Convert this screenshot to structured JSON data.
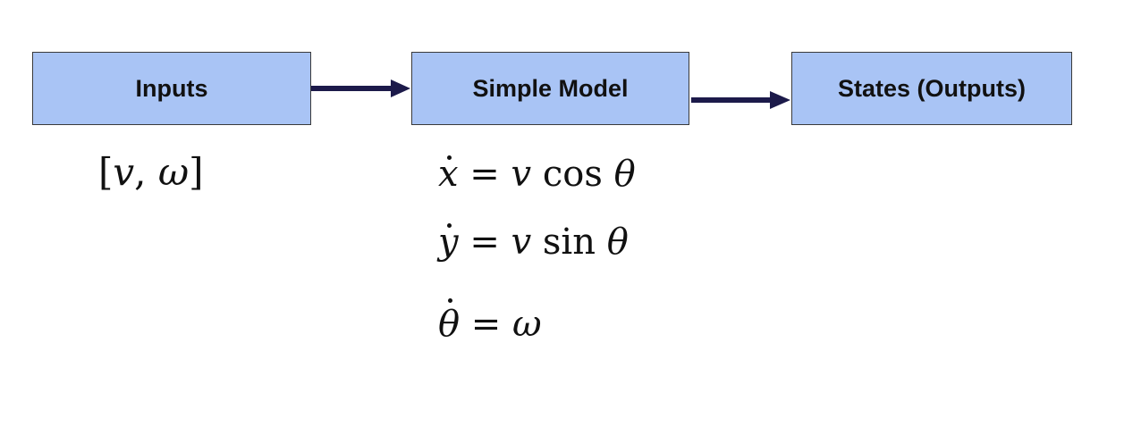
{
  "diagram": {
    "blocks": {
      "inputs": "Inputs",
      "model": "Simple Model",
      "states": "States (Outputs)"
    },
    "colors": {
      "block_fill": "#a9c4f5",
      "block_border": "#3a3a3a",
      "arrow": "#1c1a4a"
    },
    "input_vector": {
      "open": "[",
      "v": "v",
      "comma": ", ",
      "omega": "ω",
      "close": "]"
    },
    "equations": [
      {
        "lhs": "x",
        "eq": " = ",
        "coef": "v",
        "fn": " cos ",
        "arg": "θ"
      },
      {
        "lhs": "y",
        "eq": " = ",
        "coef": "v",
        "fn": " sin ",
        "arg": "θ"
      },
      {
        "lhs": "θ",
        "eq": " = ",
        "coef": "ω"
      }
    ]
  }
}
